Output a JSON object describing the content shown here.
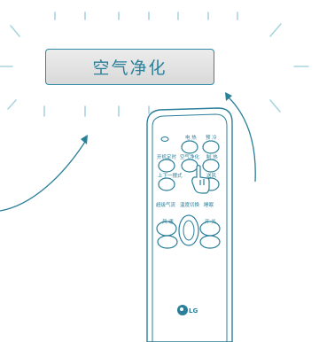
{
  "display": {
    "label": "空气净化"
  },
  "remote": {
    "buttons": {
      "power": "电 热",
      "mode": "预 冷",
      "timer": "开机定时",
      "purify": "空气净化",
      "fan": "制 热",
      "updown": "上下一摆式",
      "left_right": "送风",
      "auto_swing": "超级气流",
      "temp_sensor": "温度切换",
      "sleep": "睡眠",
      "wind": "风 速",
      "onoff": "开 关"
    },
    "logo": "LG"
  },
  "colors": {
    "line": "#2a7f9a",
    "box_border": "#2e8ba3",
    "box_fill": "#e2e2e2",
    "rays": "#a9d4e0"
  }
}
